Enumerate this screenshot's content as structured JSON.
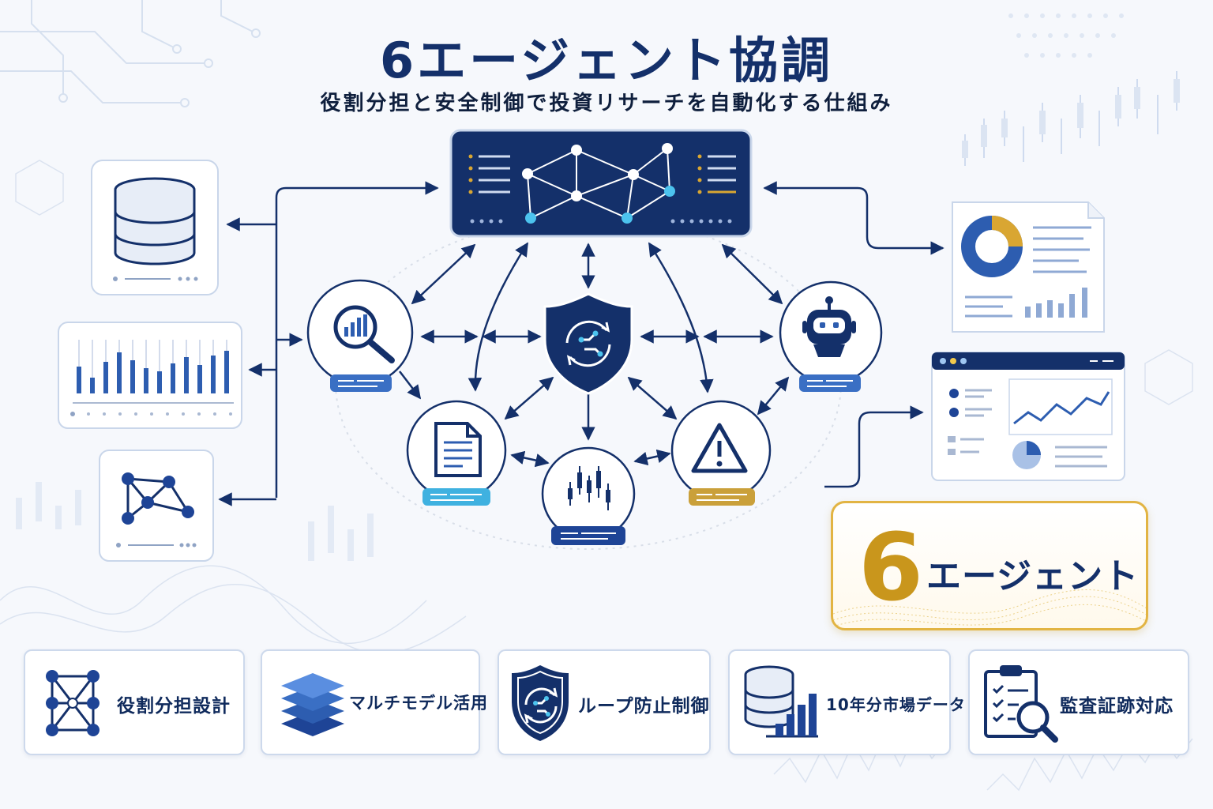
{
  "title": "6エージェント協調",
  "subtitle": "役割分担と安全制御で投資リサーチを自動化する仕組み",
  "highlight": {
    "number": "6",
    "label": "エージェント"
  },
  "features": [
    {
      "label": "役割分担設計",
      "icon": "network-grid-icon"
    },
    {
      "label": "マルチモデル活用",
      "icon": "layers-stack-icon"
    },
    {
      "label": "ループ防止制御",
      "icon": "shield-loop-icon"
    },
    {
      "label": "10年分市場データ",
      "icon": "database-chart-icon"
    },
    {
      "label": "監査証跡対応",
      "icon": "clipboard-search-icon"
    }
  ],
  "agents": [
    {
      "icon": "search-chart-icon",
      "badge_color": "#3a6fc4"
    },
    {
      "icon": "robot-icon",
      "badge_color": "#3a6fc4"
    },
    {
      "icon": "document-icon",
      "badge_color": "#3fb1e0"
    },
    {
      "icon": "candlestick-icon",
      "badge_color": "#1e4496"
    },
    {
      "icon": "warning-icon",
      "badge_color": "#caa03a"
    },
    {
      "icon": "shield-icon",
      "badge_color": "#14306a"
    }
  ],
  "colors": {
    "navy": "#14306a",
    "accent_blue": "#3a6fc4",
    "cyan": "#4cc3ee",
    "gold": "#c9961c"
  }
}
